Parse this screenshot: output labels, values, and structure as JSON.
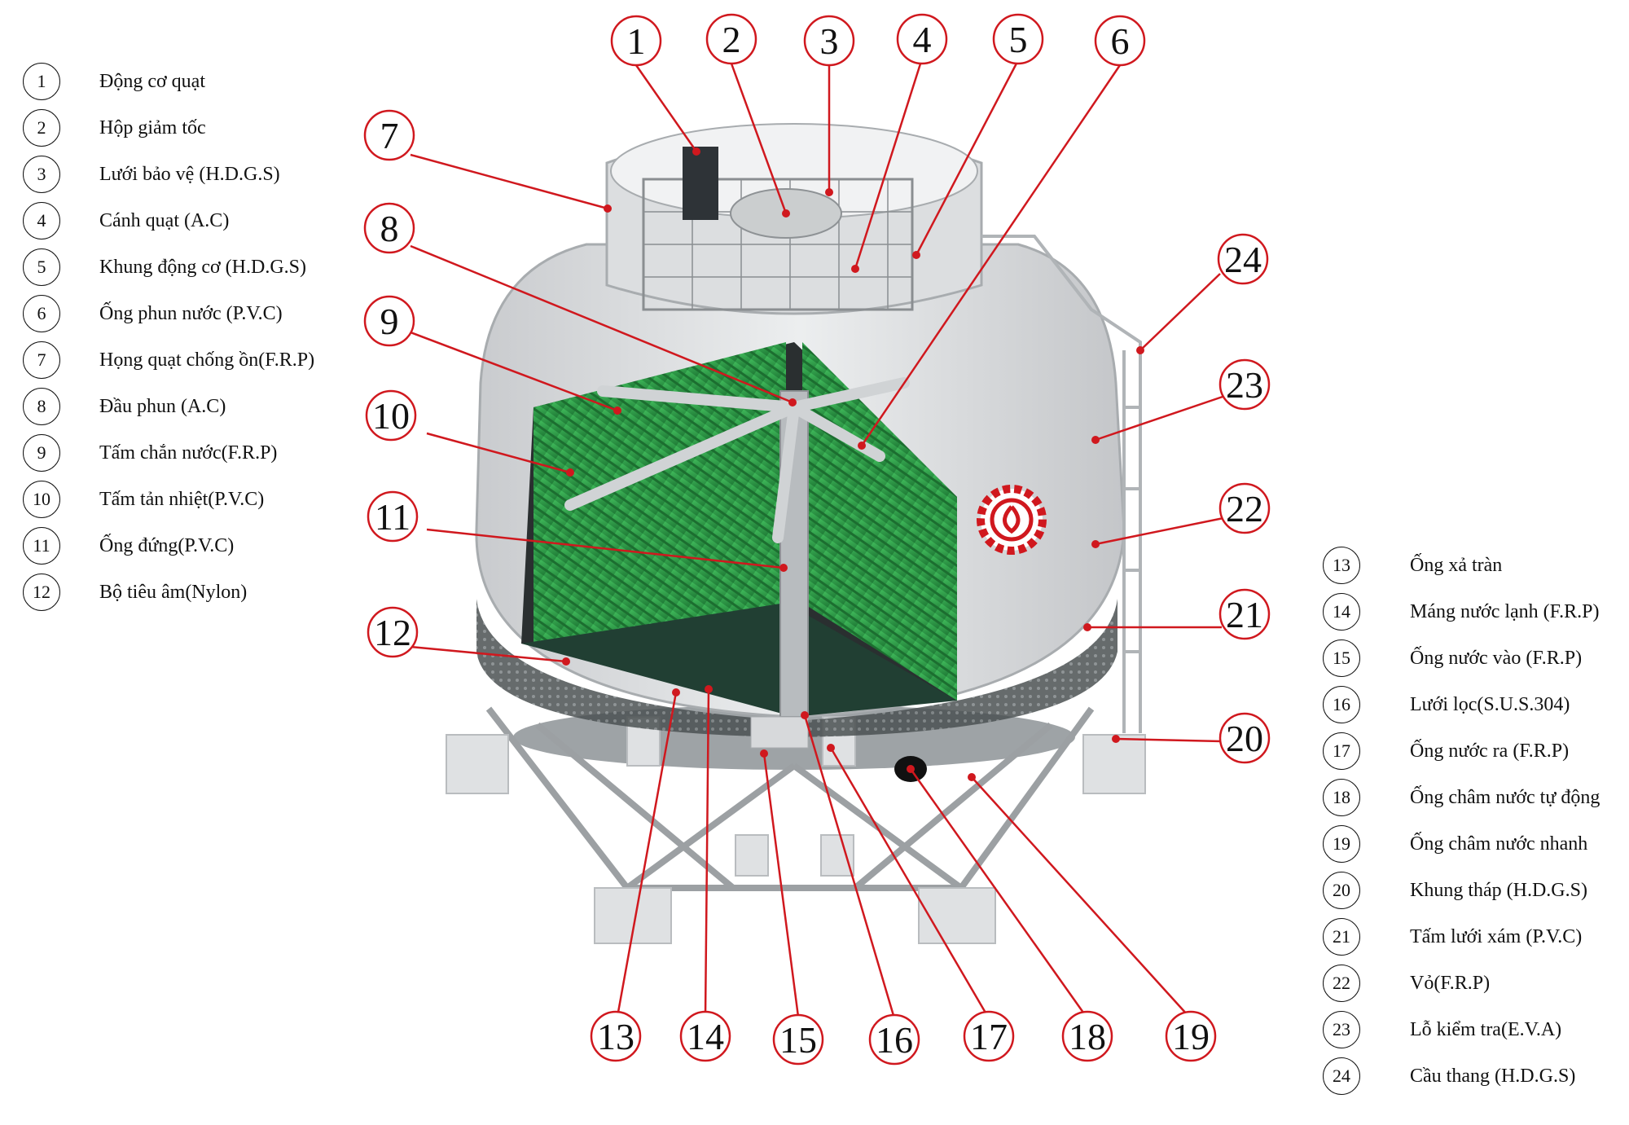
{
  "legend_left": [
    {
      "num": "1",
      "label": "Động cơ quạt"
    },
    {
      "num": "2",
      "label": "Hộp giảm tốc"
    },
    {
      "num": "3",
      "label": "Lưới bảo vệ (H.D.G.S)"
    },
    {
      "num": "4",
      "label": "Cánh quạt (A.C)"
    },
    {
      "num": "5",
      "label": "Khung động cơ (H.D.G.S)"
    },
    {
      "num": "6",
      "label": "Ống phun nước (P.V.C)"
    },
    {
      "num": "7",
      "label": "Họng quạt chống ồn(F.R.P)"
    },
    {
      "num": "8",
      "label": "Đầu phun (A.C)"
    },
    {
      "num": "9",
      "label": "Tấm chắn nước(F.R.P)"
    },
    {
      "num": "10",
      "label": "Tấm tản nhiệt(P.V.C)"
    },
    {
      "num": "11",
      "label": "Ống đứng(P.V.C)"
    },
    {
      "num": "12",
      "label": "Bộ tiêu âm(Nylon)"
    }
  ],
  "legend_right": [
    {
      "num": "13",
      "label": "Ống xả tràn"
    },
    {
      "num": "14",
      "label": "Máng nước lạnh (F.R.P)"
    },
    {
      "num": "15",
      "label": "Ống nước vào (F.R.P)"
    },
    {
      "num": "16",
      "label": "Lưới lọc(S.U.S.304)"
    },
    {
      "num": "17",
      "label": "Ống nước ra (F.R.P)"
    },
    {
      "num": "18",
      "label": "Ống châm nước tự động"
    },
    {
      "num": "19",
      "label": "Ống châm nước nhanh"
    },
    {
      "num": "20",
      "label": "Khung tháp (H.D.G.S)"
    },
    {
      "num": "21",
      "label": "Tấm lưới xám (P.V.C)"
    },
    {
      "num": "22",
      "label": "Vỏ(F.R.P)"
    },
    {
      "num": "23",
      "label": "Lỗ kiểm tra(E.V.A)"
    },
    {
      "num": "24",
      "label": "Cầu thang (H.D.G.S)"
    }
  ],
  "callouts": [
    "1",
    "2",
    "3",
    "4",
    "5",
    "6",
    "7",
    "8",
    "9",
    "10",
    "11",
    "12",
    "13",
    "14",
    "15",
    "16",
    "17",
    "18",
    "19",
    "20",
    "21",
    "22",
    "23",
    "24"
  ],
  "colors": {
    "callout_red": "#d0181e",
    "fill_green": "#2fa14a",
    "shell_grey": "#d7d9db",
    "logo_red": "#d0181e"
  }
}
